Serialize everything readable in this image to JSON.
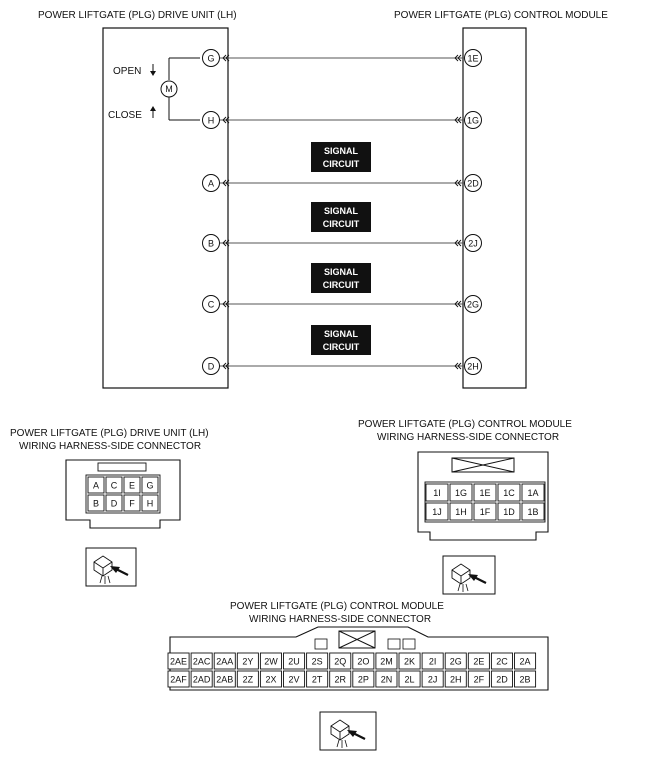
{
  "titles": {
    "drive_unit": "POWER LIFTGATE (PLG) DRIVE UNIT (LH)",
    "control_module": "POWER LIFTGATE (PLG) CONTROL MODULE"
  },
  "motor": {
    "symbol": "M",
    "open_label": "OPEN",
    "close_label": "CLOSE"
  },
  "wires": [
    {
      "left": "G",
      "right": "1E",
      "signal": ""
    },
    {
      "left": "H",
      "right": "1G",
      "signal": ""
    },
    {
      "left": "A",
      "right": "2D",
      "signal": "SIGNAL CIRCUIT"
    },
    {
      "left": "B",
      "right": "2J",
      "signal": "SIGNAL CIRCUIT"
    },
    {
      "left": "C",
      "right": "2G",
      "signal": "SIGNAL CIRCUIT"
    },
    {
      "left": "D",
      "right": "2H",
      "signal": "SIGNAL CIRCUIT"
    }
  ],
  "signal_label": {
    "line1": "SIGNAL",
    "line2": "CIRCUIT"
  },
  "connectors": {
    "drive_unit": {
      "title1": "POWER LIFTGATE (PLG) DRIVE UNIT (LH)",
      "title2": "WIRING HARNESS-SIDE CONNECTOR",
      "rows": [
        [
          "A",
          "C",
          "E",
          "G"
        ],
        [
          "B",
          "D",
          "F",
          "H"
        ]
      ]
    },
    "module_small": {
      "title1": "POWER LIFTGATE (PLG) CONTROL MODULE",
      "title2": "WIRING HARNESS-SIDE CONNECTOR",
      "rows": [
        [
          "1I",
          "1G",
          "1E",
          "1C",
          "1A"
        ],
        [
          "1J",
          "1H",
          "1F",
          "1D",
          "1B"
        ]
      ]
    },
    "module_large": {
      "title1": "POWER LIFTGATE (PLG) CONTROL MODULE",
      "title2": "WIRING HARNESS-SIDE CONNECTOR",
      "rows": [
        [
          "2AE",
          "2AC",
          "2AA",
          "2Y",
          "2W",
          "2U",
          "2S",
          "2Q",
          "2O",
          "2M",
          "2K",
          "2I",
          "2G",
          "2E",
          "2C",
          "2A"
        ],
        [
          "2AF",
          "2AD",
          "2AB",
          "2Z",
          "2X",
          "2V",
          "2T",
          "2R",
          "2P",
          "2N",
          "2L",
          "2J",
          "2H",
          "2F",
          "2D",
          "2B"
        ]
      ]
    }
  }
}
